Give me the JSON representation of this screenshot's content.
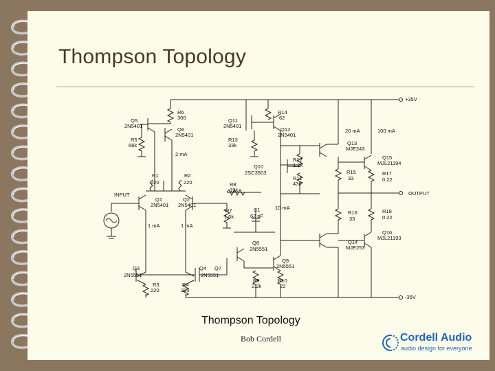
{
  "slide": {
    "title": "Thompson Topology",
    "caption": "Thompson Topology",
    "author": "Bob Cordell"
  },
  "logo": {
    "name": "Cordell Audio",
    "tagline": "audio design for everyone",
    "color": "#1f66b8"
  },
  "schematic": {
    "labels": {
      "rail_pos": "+35V",
      "rail_neg": "-35V",
      "input": "INPUT",
      "output": "OUTPUT",
      "q5": "Q5",
      "q5_part": "2N5401",
      "q6": "Q6",
      "q6_part": "2N5401",
      "r6": "R6",
      "r6_val": "300",
      "r5": "R5",
      "r5_val": "68k",
      "i_2ma": "2 mA",
      "q11": "Q11",
      "q11_part": "2N5401",
      "q12": "Q12",
      "q12_part": "2N5401",
      "r14": "R14",
      "r14_val": "62",
      "r13": "R13",
      "r13_val": "33k",
      "r12": "R12",
      "r12_val": "1.2k",
      "q10": "Q10",
      "q10_part": "2SC3503",
      "r11": "R11",
      "r11_val": "436",
      "i_20ma": "20 mA",
      "i_100ma": "100 mA",
      "q13": "Q13",
      "q13_part": "MJE243",
      "q15": "Q15",
      "q15_part": "MJL21194",
      "r15": "R15",
      "r15_val": "33",
      "r17": "R17",
      "r17_val": "0.22",
      "r1": "R1",
      "r1_val": "220",
      "r2": "R2",
      "r2_val": "220",
      "q1": "Q1",
      "q1_part": "2N5401",
      "q2": "Q2",
      "q2_part": "2N5401",
      "r8": "R8",
      "r8_val": "19k",
      "r7": "R7",
      "r7_val": "1.0k",
      "c1": "C1",
      "c1_val": "62 pF",
      "i_10ma": "10 mA",
      "i_1ma_a": "1 mA",
      "i_1ma_b": "1 mA",
      "r16": "R16",
      "r16_val": "33",
      "r18": "R18",
      "r18_val": "0.22",
      "q8": "Q8",
      "q8_part": "2N5551",
      "q9": "Q9",
      "q9_part": "2N5551",
      "q14": "Q14",
      "q14_part": "MJE253",
      "q16": "Q16",
      "q16_part": "MJL21193",
      "q3": "Q3",
      "q3_part": "2N5551",
      "q4": "Q4",
      "q7": "Q7",
      "q7_part": "2N5551",
      "r3": "R3",
      "r3_val": "220",
      "r4": "R4",
      "r4_val": "220",
      "r9": "R9",
      "r9_val": "2.2k",
      "r10": "R10",
      "r10_val": "22"
    }
  }
}
